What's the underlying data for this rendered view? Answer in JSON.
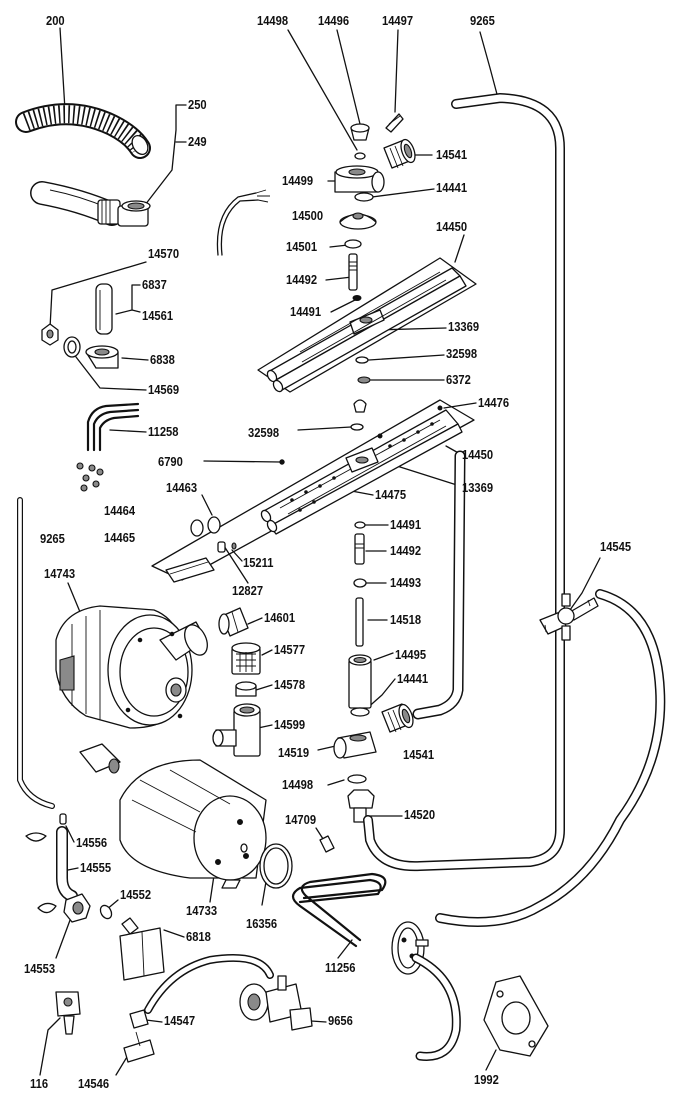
{
  "diagram": {
    "part_numbers": [
      "200",
      "250",
      "249",
      "14498",
      "14496",
      "14497",
      "9265",
      "14541",
      "14499",
      "14441",
      "14500",
      "14501",
      "14450",
      "14492",
      "14491",
      "13369",
      "32598",
      "6372",
      "14476",
      "14570",
      "6837",
      "14561",
      "6838",
      "14569",
      "11258",
      "6790",
      "14463",
      "14464",
      "14465",
      "15211",
      "12827",
      "14475",
      "14493",
      "14518",
      "14545",
      "14743",
      "14601",
      "14577",
      "14578",
      "14495",
      "14599",
      "14519",
      "14520",
      "14556",
      "14555",
      "14552",
      "14733",
      "16356",
      "14709",
      "6818",
      "14553",
      "11256",
      "9656",
      "14547",
      "116",
      "14546",
      "1992"
    ]
  },
  "labels": {
    "l200": "200",
    "l250": "250",
    "l249": "249",
    "l14498a": "14498",
    "l14496": "14496",
    "l14497": "14497",
    "l9265a": "9265",
    "l14541a": "14541",
    "l14499": "14499",
    "l14441a": "14441",
    "l14500": "14500",
    "l14450a": "14450",
    "l14501": "14501",
    "l14570": "14570",
    "l6837": "6837",
    "l14492a": "14492",
    "l14561": "14561",
    "l14491a": "14491",
    "l13369a": "13369",
    "l6838": "6838",
    "l32598a": "32598",
    "l6372": "6372",
    "l14569": "14569",
    "l14476": "14476",
    "l11258": "11258",
    "l32598b": "32598",
    "l14450b": "14450",
    "l6790": "6790",
    "l13369b": "13369",
    "l14463": "14463",
    "l14475": "14475",
    "l14464": "14464",
    "l14491b": "14491",
    "l9265b": "9265",
    "l14465": "14465",
    "l14492b": "14492",
    "l15211": "15211",
    "l14545": "14545",
    "l14743": "14743",
    "l12827": "12827",
    "l14493": "14493",
    "l14601": "14601",
    "l14518": "14518",
    "l14577": "14577",
    "l14495": "14495",
    "l14578": "14578",
    "l14441b": "14441",
    "l14599": "14599",
    "l14519": "14519",
    "l14541b": "14541",
    "l14498b": "14498",
    "l14520": "14520",
    "l14709": "14709",
    "l14556": "14556",
    "l14555": "14555",
    "l14552": "14552",
    "l14733": "14733",
    "l16356": "16356",
    "l6818": "6818",
    "l14553": "14553",
    "l11256": "11256",
    "l14547": "14547",
    "l9656": "9656",
    "l116": "116",
    "l14546": "14546",
    "l1992": "1992"
  }
}
